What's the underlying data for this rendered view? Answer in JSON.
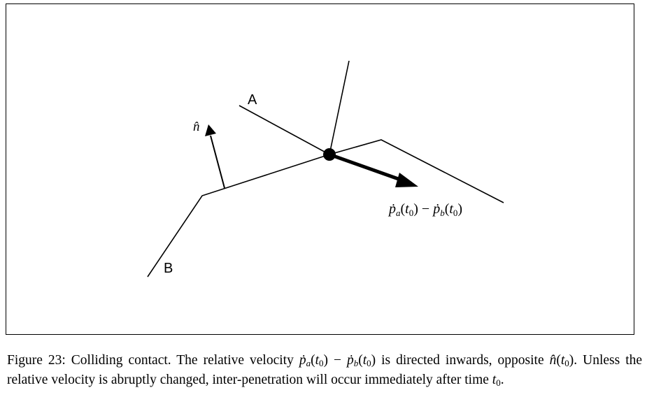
{
  "diagram": {
    "label_a": "A",
    "label_b": "B",
    "normal_label": "n̂",
    "velocity_label": {
      "pa_base": "ṗ",
      "pa_sub": "a",
      "paren_open": "(",
      "t": "t",
      "t_sub": "0",
      "paren_close": ")",
      "minus": " − ",
      "pb_base": "ṗ",
      "pb_sub": "b"
    }
  },
  "caption": {
    "prefix": "Figure 23: Colliding contact.  The relative velocity ",
    "pa": "ṗ",
    "pa_sub": "a",
    "t0_open": "(",
    "t": "t",
    "zero": "0",
    "t0_close": ")",
    "minus": " − ",
    "pb": "ṗ",
    "pb_sub": "b",
    "middle": " is directed inwards, opposite ",
    "n": "n̂",
    "after_n": ". Unless the relative velocity is abruptly changed, inter-penetration will occur immediately after time ",
    "end": "."
  },
  "colors": {
    "ink": "#000000",
    "background": "#ffffff"
  }
}
